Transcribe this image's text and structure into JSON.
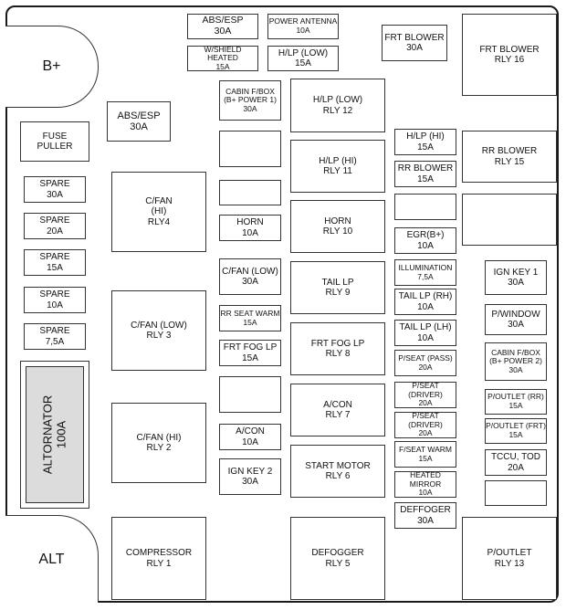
{
  "terminals": {
    "bplus": "B+",
    "alt": "ALT",
    "alternator": "ALTORNATOR\n100A"
  },
  "boxes": {
    "abs_esp_top": "ABS/ESP\n30A",
    "power_antenna": "POWER ANTENNA\n10A",
    "wshield_heated": "W/SHIELD HEATED\n15A",
    "hlp_low_fuse": "H/LP (LOW)\n15A",
    "frt_blower_fuse": "FRT BLOWER\n30A",
    "frt_blower_rly": "FRT BLOWER\nRLY 16",
    "abs_esp_left": "ABS/ESP\n30A",
    "fuse_puller": "FUSE\nPULLER",
    "spare_30": "SPARE\n30A",
    "spare_20": "SPARE\n20A",
    "spare_15": "SPARE\n15A",
    "spare_10": "SPARE\n10A",
    "spare_75": "SPARE\n7,5A",
    "cfan_hi_rly4": "C/FAN\n(HI)\nRLY4",
    "cfan_low_rly3": "C/FAN (LOW)\nRLY 3",
    "cfan_hi_rly2": "C/FAN (HI)\nRLY 2",
    "compressor": "COMPRESSOR\nRLY 1",
    "cabin_fbox1": "CABIN F/BOX\n(B+ POWER 1)\n30A",
    "horn_fuse": "HORN\n10A",
    "cfan_low_fuse": "C/FAN (LOW)\n30A",
    "rr_seat_warm": "RR SEAT WARM\n15A",
    "frt_fog_fuse": "FRT FOG LP\n15A",
    "acon_fuse": "A/CON\n10A",
    "ign_key2": "IGN KEY 2\n30A",
    "hlp_low_rly": "H/LP (LOW)\nRLY 12",
    "hlp_hi_rly": "H/LP (HI)\nRLY 11",
    "horn_rly": "HORN\nRLY 10",
    "tail_lp_rly": "TAIL LP\nRLY 9",
    "frt_fog_rly": "FRT FOG LP\nRLY 8",
    "acon_rly": "A/CON\nRLY 7",
    "start_motor": "START MOTOR\nRLY 6",
    "defogger_rly": "DEFOGGER\nRLY 5",
    "hlp_hi_fuse": "H/LP (HI)\n15A",
    "rr_blower_fuse": "RR BLOWER\n15A",
    "egr": "EGR(B+)\n10A",
    "illumination": "ILLUMINATION\n7,5A",
    "tail_rh": "TAIL LP (RH)\n10A",
    "tail_lh": "TAIL LP (LH)\n10A",
    "pseat_pass": "P/SEAT (PASS)\n20A",
    "pseat_driver1": "P/SEAT (DRIVER)\n20A",
    "pseat_driver2": "P/SEAT (DRIVER)\n20A",
    "fseat_warm": "F/SEAT WARM\n15A",
    "heated_mirror": "HEATED MIRROR\n10A",
    "deffoger": "DEFFOGER\n30A",
    "rr_blower_rly": "RR BLOWER\nRLY 15",
    "ign_key1": "IGN KEY 1\n30A",
    "pwindow": "P/WINDOW\n30A",
    "cabin_fbox2": "CABIN F/BOX\n(B+ POWER 2)\n30A",
    "poutlet_rr": "P/OUTLET (RR)\n15A",
    "poutlet_frt": "P/OUTLET (FRT)\n15A",
    "tccu_tod": "TCCU, TOD\n20A",
    "poutlet_rly": "P/OUTLET\nRLY 13"
  }
}
